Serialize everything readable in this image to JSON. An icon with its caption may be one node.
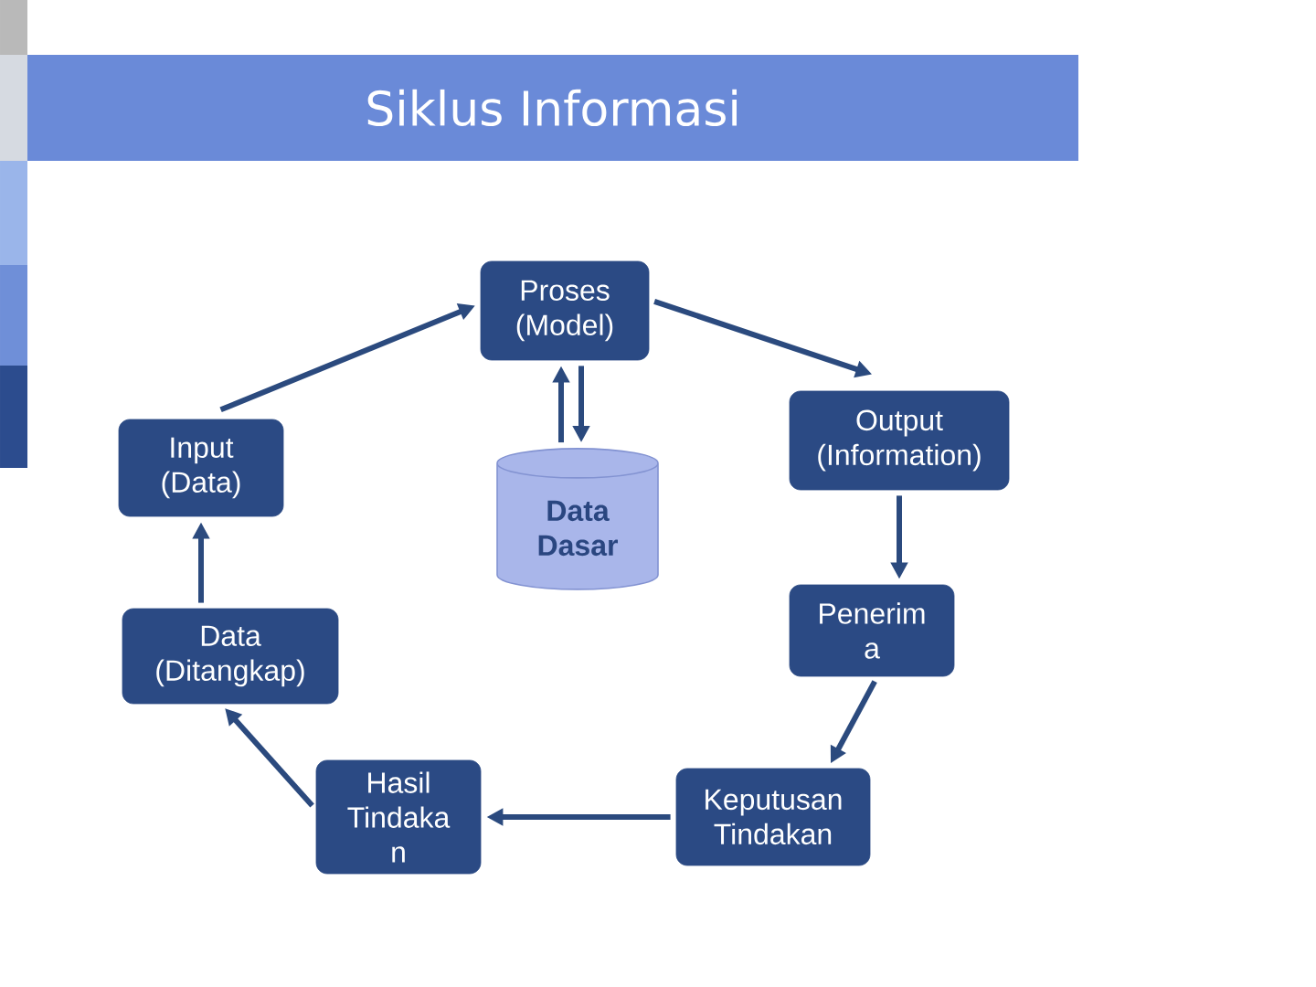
{
  "diagram": {
    "title": "Siklus Informasi",
    "nodes": [
      {
        "text": [
          "Proses (Model)"
        ]
      },
      {
        "text": [
          "Output (Information)"
        ]
      },
      {
        "text": [
          "Input (Data)"
        ]
      },
      {
        "text": [
          "Data Dasar"
        ]
      },
      {
        "text": [
          "Penerim a"
        ]
      },
      {
        "text": [
          "Data (Ditangkap)"
        ]
      },
      {
        "text": [
          "Hasil Tindaka n"
        ]
      },
      {
        "text": [
          "Keputusan Tindakan"
        ]
      }
    ],
    "edges": [
      {
        "from": 2,
        "to": 0,
        "arrow": "to"
      },
      {
        "from": 0,
        "to": 1,
        "arrow": "to"
      },
      {
        "from": 3,
        "to": 0,
        "arrow": "to"
      },
      {
        "from": 0,
        "to": 3,
        "arrow": "to"
      },
      {
        "from": 1,
        "to": 4,
        "arrow": "to"
      },
      {
        "from": 4,
        "to": 7,
        "arrow": "to"
      },
      {
        "from": 7,
        "to": 6,
        "arrow": "to"
      },
      {
        "from": 6,
        "to": 5,
        "arrow": "to"
      },
      {
        "from": 5,
        "to": 2,
        "arrow": "to"
      }
    ]
  }
}
